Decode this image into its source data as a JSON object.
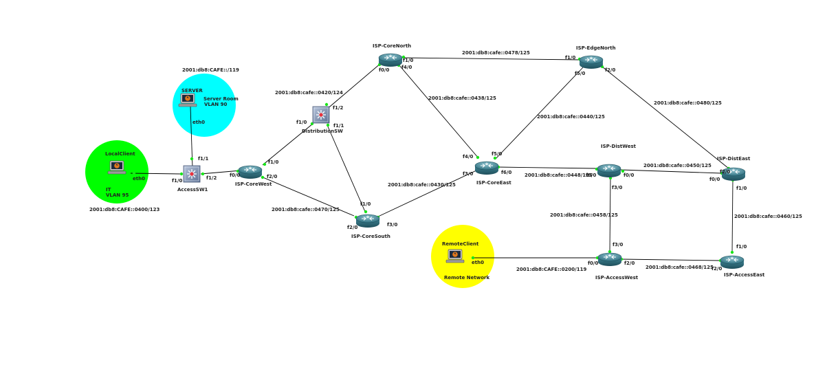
{
  "zones": {
    "server": {
      "name": "SERVER",
      "label": "Server Room",
      "vlan": "VLAN 90",
      "subnet": "2001:db8:CAFE::/119",
      "color": "#00ffff"
    },
    "local": {
      "name": "LocalClient",
      "label": "IT",
      "vlan": "VLAN 95",
      "subnet": "2001:db8:CAFE::0400/123",
      "color": "#00ff00"
    },
    "remote": {
      "name": "RemoteClient",
      "label": "Remote Network",
      "color": "#ffff00"
    }
  },
  "nodes": {
    "server_pc": {
      "name": "SERVER",
      "port": "eth0"
    },
    "local_pc": {
      "name": "LocalClient",
      "port": "eth0"
    },
    "remote_pc": {
      "name": "RemoteClient",
      "port": "eth0"
    },
    "access_sw1": {
      "name": "AccessSW1"
    },
    "distribution_sw": {
      "name": "DistributionSW"
    },
    "isp_core_west": {
      "name": "ISP-CoreWest"
    },
    "isp_core_north": {
      "name": "ISP-CoreNorth"
    },
    "isp_core_south": {
      "name": "ISP-CoreSouth"
    },
    "isp_core_east": {
      "name": "ISP-CoreEast"
    },
    "isp_edge_north": {
      "name": "ISP-EdgeNorth"
    },
    "isp_dist_west": {
      "name": "ISP-DistWest"
    },
    "isp_dist_east": {
      "name": "ISP-DistEast"
    },
    "isp_access_west": {
      "name": "ISP-AccessWest"
    },
    "isp_access_east": {
      "name": "ISP-AccessEast"
    }
  },
  "ports": {
    "sw1_f1_1": "f1/1",
    "sw1_f1_0": "f1/0",
    "sw1_f1_2": "f1/2",
    "cw_f0_0": "f0/0",
    "cw_f1_0": "f1/0",
    "cw_f2_0": "f2/0",
    "ds_f1_2": "f1/2",
    "ds_f1_0": "f1/0",
    "ds_f1_1": "f1/1",
    "cn_f1_0": "f1/0",
    "cn_f0_0": "f0/0",
    "cn_f4_0": "f4/0",
    "en_f1_0": "f1/0",
    "en_f5_0": "f5/0",
    "en_f2_0": "f2/0",
    "cs_f1_0": "f1/0",
    "cs_f2_0": "f2/0",
    "cs_f3_0": "f3/0",
    "ce_f4_0": "f4/0",
    "ce_f5_0": "f5/0",
    "ce_f3_0": "f3/0",
    "ce_f6_0": "f6/0",
    "dw_f6_0": "f6/0",
    "dw_f0_0": "f0/0",
    "dw_f3_0": "f3/0",
    "de_f2_0": "f2/0",
    "de_f0_0": "f0/0",
    "de_f1_0": "f1/0",
    "aw_f3_0": "f3/0",
    "aw_f0_0": "f0/0",
    "aw_f2_0": "f2/0",
    "ae_f1_0": "f1/0",
    "ae_f2_0": "f2/0"
  },
  "links": {
    "cn_en": "2001:db8:cafe::0478/125",
    "ds_cn": "2001:db8:cafe::0420/124",
    "cn_ce": "2001:db8:cafe::0438/125",
    "ce_en": "2001:db8:cafe::0440/125",
    "en_de": "2001:db8:cafe::0480/125",
    "ce_dw": "2001:db8:cafe::0448/125",
    "dw_de": "2001:db8:cafe::0450/125",
    "cs_ce": "2001:db8:cafe::0430/125",
    "cw_cs": "2001:db8:cafe::0470/125",
    "dw_aw": "2001:db8:cafe::0458/125",
    "de_ae": "2001:db8:cafe::0460/125",
    "remote_aw": "2001:db8:CAFE::0200/119",
    "aw_ae": "2001:db8:cafe::0468/125"
  }
}
